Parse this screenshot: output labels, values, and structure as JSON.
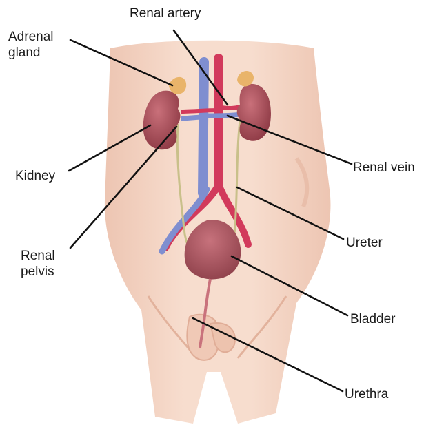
{
  "labels": {
    "renal_artery": "Renal artery",
    "adrenal_gland": "Adrenal\ngland",
    "kidney": "Kidney",
    "renal_pelvis": "Renal\npelvis",
    "renal_vein": "Renal vein",
    "ureter": "Ureter",
    "bladder": "Bladder",
    "urethra": "Urethra"
  },
  "colors": {
    "skin": "#f5d8c8",
    "skin_shade": "#e8bfa9",
    "kidney": "#a94a55",
    "adrenal": "#e9b46a",
    "artery": "#d23a5c",
    "vein": "#7f8ed0",
    "ureter": "#c9c08a",
    "bladder": "#a8535e",
    "leader_line": "#111111"
  }
}
